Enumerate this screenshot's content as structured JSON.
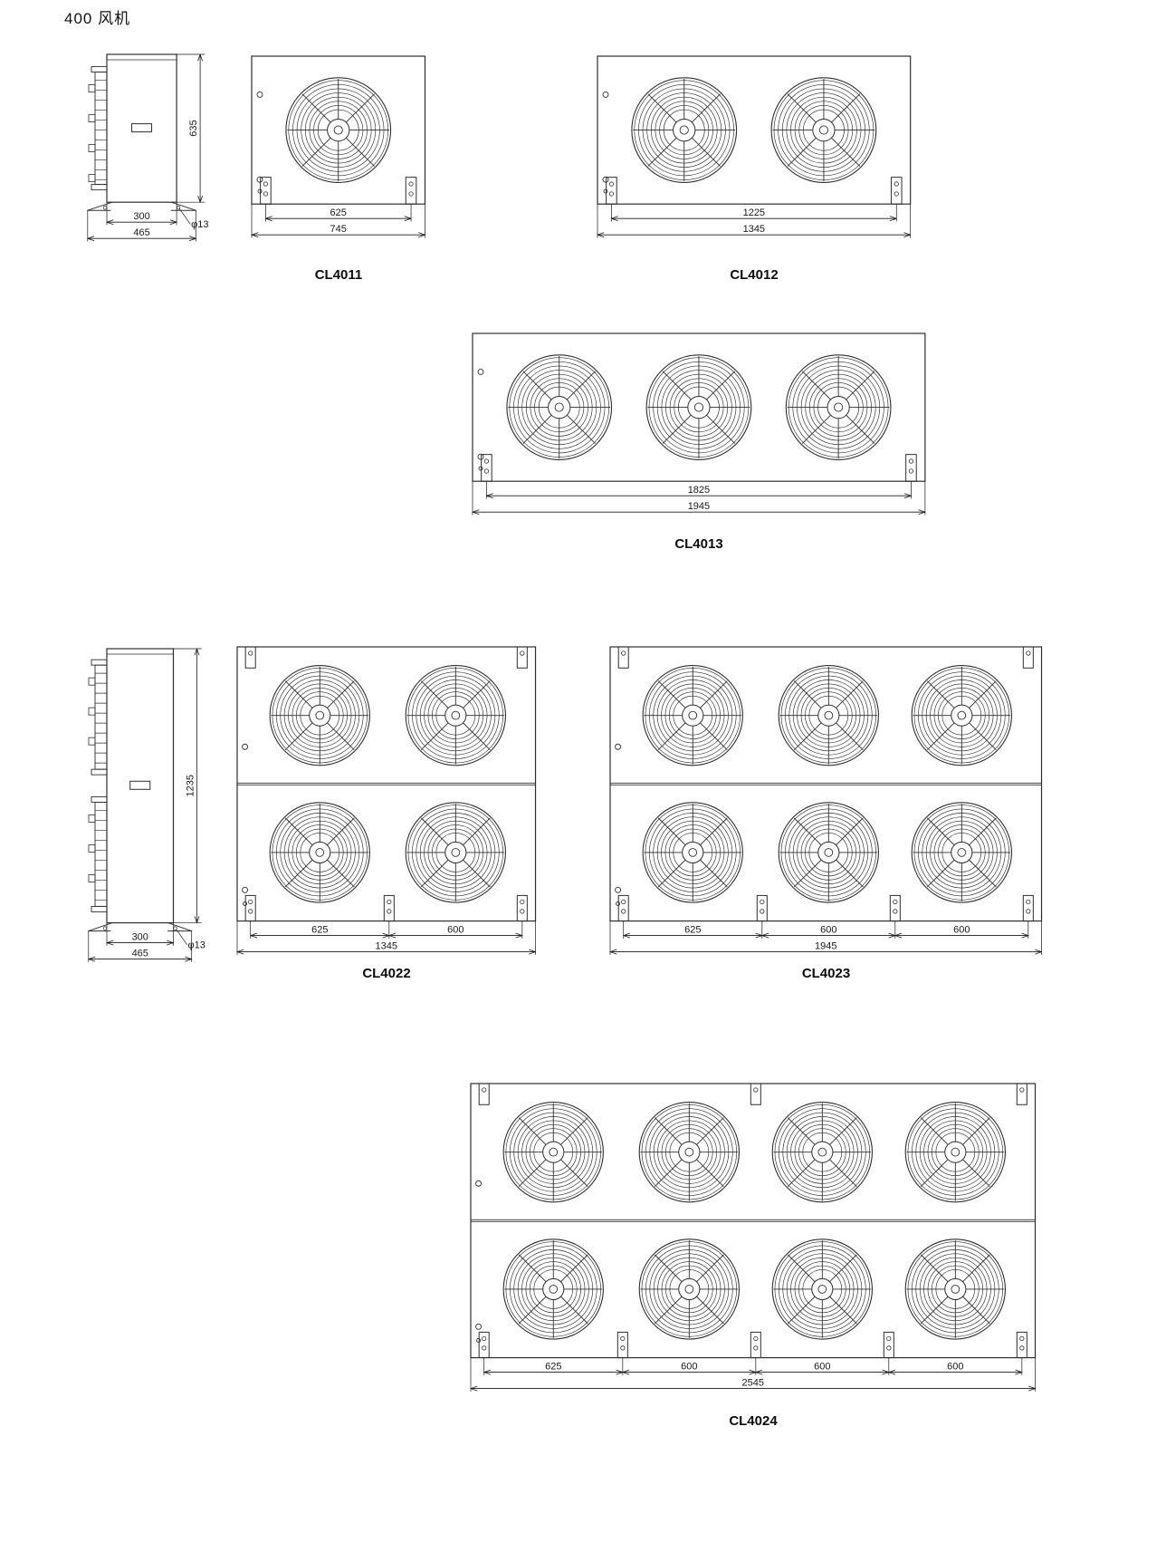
{
  "page": {
    "title": "400 风机"
  },
  "line_color": "#2e2e2e",
  "dim_color": "#1a1a1a",
  "side_views": [
    {
      "id": "side-single",
      "sections": 1,
      "height_dim": "635",
      "body_width_dim": "300",
      "overall_width_dim": "465",
      "hole_dim": "φ13"
    },
    {
      "id": "side-double",
      "sections": 2,
      "height_dim": "1235",
      "body_width_dim": "300",
      "overall_width_dim": "465",
      "hole_dim": "φ13"
    }
  ],
  "units": [
    {
      "label": "CL4011",
      "rows": 1,
      "cols": 1,
      "segment_dims": [
        "625"
      ],
      "overall_dim": "745"
    },
    {
      "label": "CL4012",
      "rows": 1,
      "cols": 2,
      "segment_dims": [
        "1225"
      ],
      "overall_dim": "1345"
    },
    {
      "label": "CL4013",
      "rows": 1,
      "cols": 3,
      "segment_dims": [
        "1825"
      ],
      "overall_dim": "1945"
    },
    {
      "label": "CL4022",
      "rows": 2,
      "cols": 2,
      "segment_dims": [
        "625",
        "600"
      ],
      "overall_dim": "1345"
    },
    {
      "label": "CL4023",
      "rows": 2,
      "cols": 3,
      "segment_dims": [
        "625",
        "600",
        "600"
      ],
      "overall_dim": "1945"
    },
    {
      "label": "CL4024",
      "rows": 2,
      "cols": 4,
      "segment_dims": [
        "625",
        "600",
        "600",
        "600"
      ],
      "overall_dim": "2545"
    }
  ]
}
